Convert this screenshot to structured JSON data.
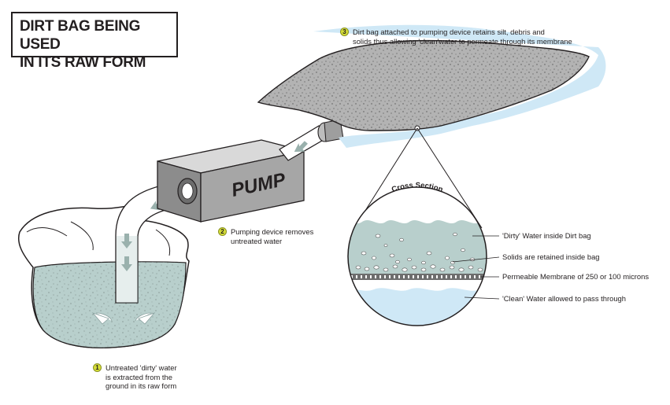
{
  "title": {
    "line1": "DIRT BAG BEING USED",
    "line2": "IN ITS RAW FORM"
  },
  "pump_label": "PUMP",
  "cross_section_label": "Cross Section",
  "steps": [
    {
      "number": "1",
      "text": "Untreated 'dirty' water\nis extracted from the\nground in its raw form"
    },
    {
      "number": "2",
      "text": "Pumping device removes\nuntreated water"
    },
    {
      "number": "3",
      "text": "Dirt bag attached to pumping device retains silt, debris and\nsolids thus allowing 'clean'water to permeate through its membrane"
    }
  ],
  "callouts": {
    "dirty_water": "'Dirty' Water inside Dirt bag",
    "solids": "Solids are retained inside bag",
    "membrane": "Permeable Membrane of 250 or 100 microns",
    "clean_water": "'Clean' Water allowed to pass through"
  },
  "colors": {
    "accent_badge": "#d5dd37",
    "dirty_water": "#b8cfcc",
    "clean_water": "#cfe8f6",
    "bag_grey": "#b3b3b3",
    "pump_grey": "#a6a6a6",
    "outline": "#231f20"
  }
}
